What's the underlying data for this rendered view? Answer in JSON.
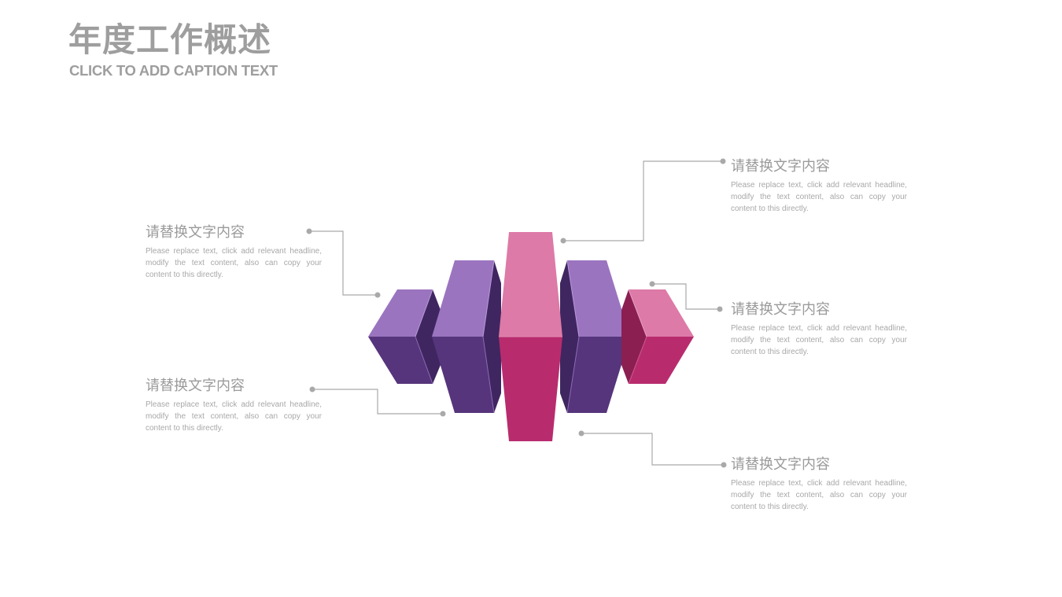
{
  "header": {
    "title": "年度工作概述",
    "subtitle": "CLICK TO ADD CAPTION TEXT"
  },
  "colors": {
    "purple_light": "#9b74c0",
    "purple_mid": "#56357c",
    "purple_dark": "#3f2660",
    "pink_light": "#dd7aa7",
    "pink_mid": "#b82c6e",
    "pink_dark": "#8c1f52",
    "connector": "#a9a9a9",
    "text_gray": "#9a9a9a"
  },
  "blocks": [
    {
      "position": "left-top",
      "heading": "请替换文字内容",
      "body": "Please replace text, click add relevant headline, modify the text content, also can copy your content to this directly."
    },
    {
      "position": "left-bottom",
      "heading": "请替换文字内容",
      "body": "Please replace text, click add relevant headline, modify the text content, also can copy your content to this directly."
    },
    {
      "position": "right-top",
      "heading": "请替换文字内容",
      "body": "Please replace text, click add relevant headline, modify the text content, also can copy your content to this directly."
    },
    {
      "position": "right-middle",
      "heading": "请替换文字内容",
      "body": "Please replace text, click add relevant headline, modify the text content, also can copy your content to this directly."
    },
    {
      "position": "right-bottom",
      "heading": "请替换文字内容",
      "body": "Please replace text, click add relevant headline, modify the text content, also can copy your content to this directly."
    }
  ],
  "diagram": {
    "shapes": [
      "left-small-box",
      "left-tall-box",
      "center-column",
      "right-tall-box",
      "right-small-box"
    ]
  }
}
